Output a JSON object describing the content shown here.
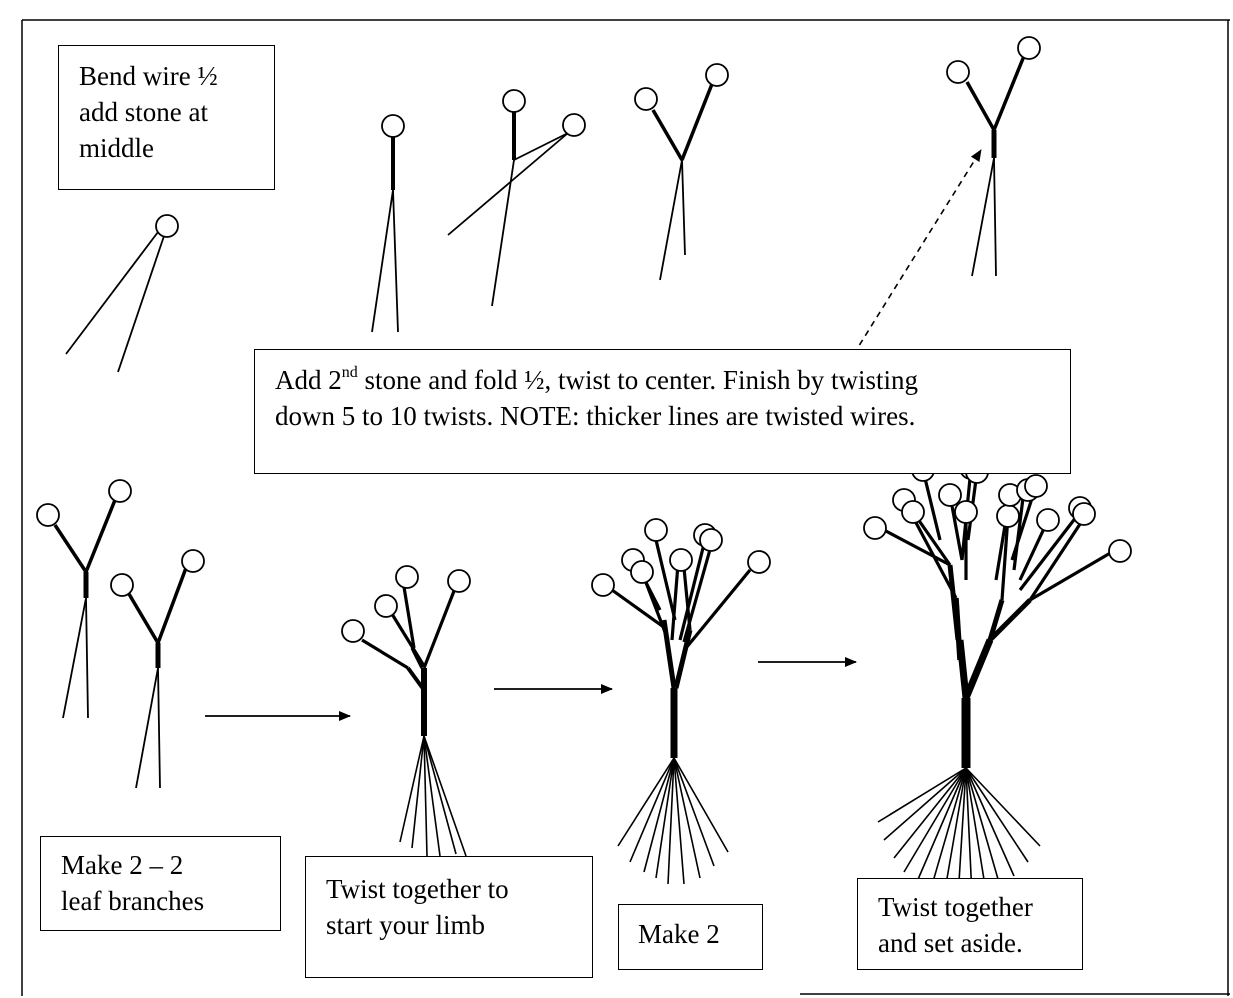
{
  "captions": {
    "bend": {
      "lines": [
        "Bend wire ½",
        "add stone at",
        "middle"
      ]
    },
    "add_second": {
      "l1_a": "Add 2",
      "l1_sup": "nd",
      "l1_b": " stone and fold ½, twist to center.  Finish by twisting",
      "l2": "down 5 to 10 twists.   NOTE: thicker lines are twisted wires."
    },
    "make_branches": {
      "lines": [
        "Make 2 – 2",
        "leaf branches"
      ]
    },
    "twist_limb": {
      "lines": [
        "Twist together to",
        "start your limb"
      ]
    },
    "make_two": {
      "lines": [
        "Make 2"
      ]
    },
    "twist_aside": {
      "lines": [
        "Twist together",
        "and set aside."
      ]
    }
  }
}
